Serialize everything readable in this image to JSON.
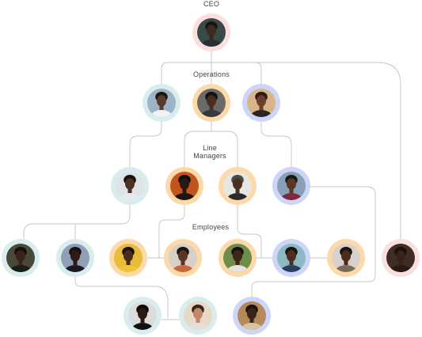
{
  "labels": {
    "ceo": "CEO",
    "operations": "Operations",
    "line_managers_1": "Line",
    "line_managers_2": "Managers",
    "employees": "Employees"
  },
  "ring_colors": {
    "pink": "#fbdede",
    "teal": "#d9ecee",
    "orange": "#fcd9a8",
    "blue": "#cdd5f8"
  },
  "line_color": "#c4c4c4",
  "people": [
    {
      "id": "ceo",
      "ring": "pink",
      "bg": "#3a4a48",
      "skin": "#3b2a20",
      "hair": "#1c1410",
      "shirt": "#2a2e30"
    },
    {
      "id": "ops-1",
      "ring": "teal",
      "bg": "#9db4c8",
      "skin": "#5a3a2a",
      "hair": "#1e1510",
      "shirt": "#f2f2f2"
    },
    {
      "id": "ops-2",
      "ring": "orange",
      "bg": "#6a6a66",
      "skin": "#4a2e20",
      "hair": "#18120e",
      "shirt": "#35393c"
    },
    {
      "id": "ops-3",
      "ring": "blue",
      "bg": "#d9b48a",
      "skin": "#6a4028",
      "hair": "#2a1a12",
      "shirt": "#2e2420"
    },
    {
      "id": "lm-1",
      "ring": "teal",
      "bg": "#dfe3e6",
      "skin": "#4e3222",
      "hair": "#1a1210",
      "shirt": "#e6eaee"
    },
    {
      "id": "lm-2",
      "ring": "orange",
      "bg": "#c2541e",
      "skin": "#2a1a12",
      "hair": "#120c0a",
      "shirt": "#1e1612"
    },
    {
      "id": "lm-3",
      "ring": "orange",
      "bg": "#e8e6e2",
      "skin": "#4a3022",
      "hair": "#4d4a40",
      "shirt": "#2a2a2a"
    },
    {
      "id": "lm-4",
      "ring": "blue",
      "bg": "#8aa0b8",
      "skin": "#5a3624",
      "hair": "#1e1812",
      "shirt": "#7a2a3a"
    },
    {
      "id": "emp-1",
      "ring": "teal",
      "bg": "#4a4838",
      "skin": "#3a2418",
      "hair": "#141010",
      "shirt": "#1c1c1a"
    },
    {
      "id": "emp-2",
      "ring": "teal",
      "bg": "#8fa0b6",
      "skin": "#2e1c14",
      "hair": "#141414",
      "shirt": "#1a1a1e"
    },
    {
      "id": "emp-3",
      "ring": "orange",
      "bg": "#e6bc3a",
      "skin": "#4a2c1c",
      "hair": "#1a120e",
      "shirt": "#f0c530"
    },
    {
      "id": "emp-4",
      "ring": "orange",
      "bg": "#d8cfc6",
      "skin": "#5a3424",
      "hair": "#1c1410",
      "shirt": "#c8683a"
    },
    {
      "id": "emp-5",
      "ring": "orange",
      "bg": "#6e8c4a",
      "skin": "#3e2618",
      "hair": "#1a120e",
      "shirt": "#e4e4de"
    },
    {
      "id": "emp-6",
      "ring": "blue",
      "bg": "#8bb9c4",
      "skin": "#4e2e20",
      "hair": "#1a1410",
      "shirt": "#2a3e5e"
    },
    {
      "id": "emp-7",
      "ring": "orange",
      "bg": "#d8d2cc",
      "skin": "#4a2c1e",
      "hair": "#1c1410",
      "shirt": "#7a6a5a"
    },
    {
      "id": "emp-8",
      "ring": "pink",
      "bg": "#3e2c26",
      "skin": "#3a2218",
      "hair": "#1a100c",
      "shirt": "#2a1a14"
    },
    {
      "id": "emp-9",
      "ring": "teal",
      "bg": "#dcdcdc",
      "skin": "#2a1a14",
      "hair": "#0e0a08",
      "shirt": "#111111"
    },
    {
      "id": "emp-10",
      "ring": "teal",
      "bg": "#e8d8c8",
      "skin": "#c08a68",
      "hair": "#3a2418",
      "shirt": "#e8e0d8"
    },
    {
      "id": "emp-11",
      "ring": "blue",
      "bg": "#b48a5a",
      "skin": "#3a2418",
      "hair": "#1a120e",
      "shirt": "#d8c4a0"
    }
  ]
}
